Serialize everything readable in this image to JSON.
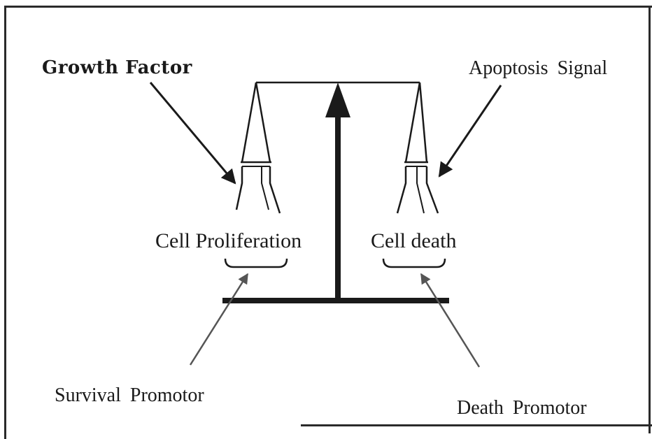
{
  "labels": {
    "growth_factor": "Growth Factor",
    "apoptosis_signal": "Apoptosis Signal",
    "cell_proliferation": "Cell Proliferation",
    "cell_death": "Cell death",
    "survival_promotor": "Survival Promotor",
    "death_promotor": "Death Promotor"
  },
  "colors": {
    "ink": "#1a1a1a",
    "frame": "#2a2a2a",
    "arrow_grey": "#555555"
  }
}
